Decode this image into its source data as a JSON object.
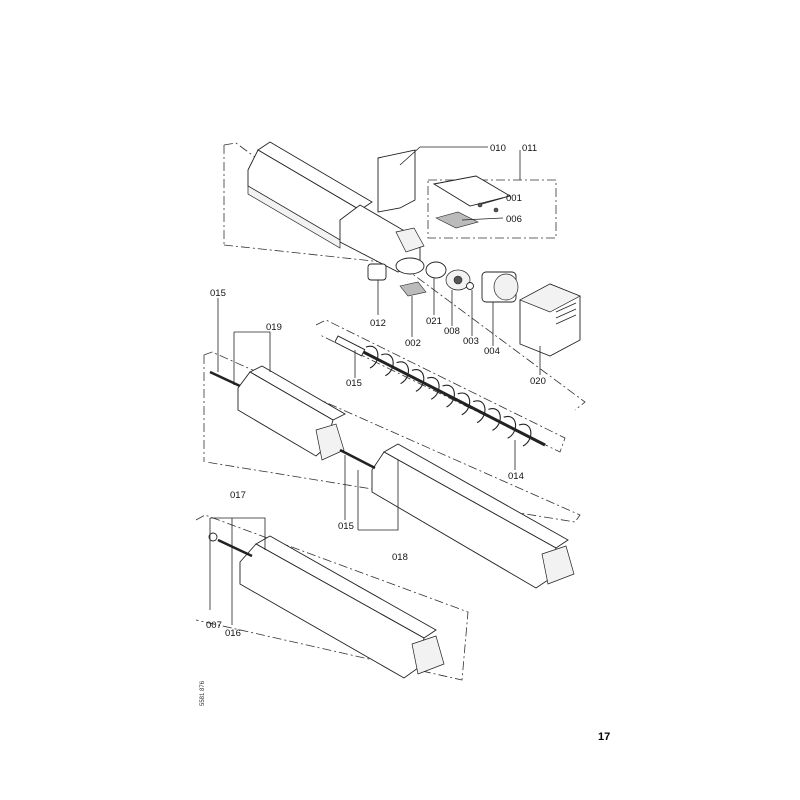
{
  "labels": {
    "010": "010",
    "011": "011",
    "001": "001",
    "006": "006",
    "012": "012",
    "002": "002",
    "021": "021",
    "008": "008",
    "003": "003",
    "004": "004",
    "020": "020",
    "015a": "015",
    "019": "019",
    "015b": "015",
    "014": "014",
    "015c": "015",
    "018": "018",
    "017": "017",
    "007": "007",
    "016": "016"
  },
  "page_number": "17",
  "doc_id": "5581 876"
}
